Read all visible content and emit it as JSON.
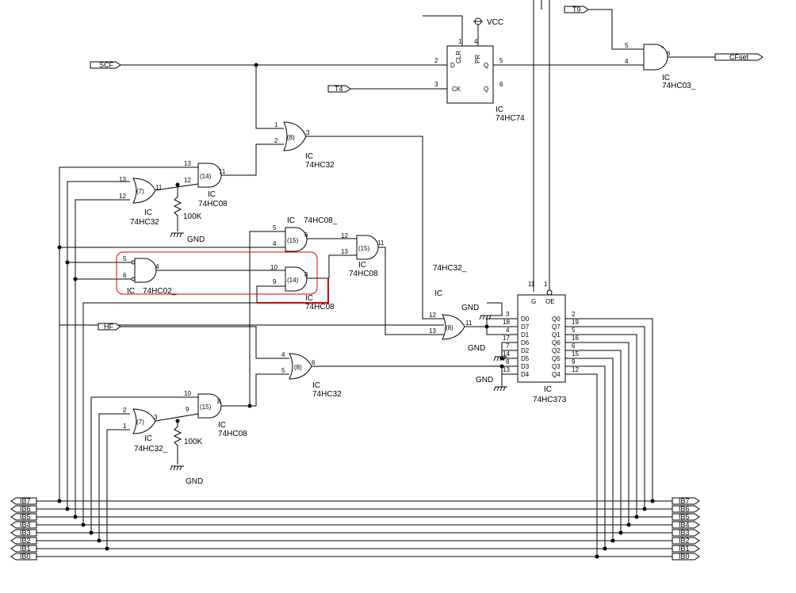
{
  "colors": {
    "wire": "#000000",
    "highlight": "#e00000",
    "background": "#ffffff"
  },
  "ports": {
    "scf": "SCF",
    "t4": "T4",
    "t9": "T9",
    "hf": "HF",
    "cfset": "CFset",
    "bus_left": [
      "IB7",
      "IB6",
      "IB5",
      "IB4",
      "IB3",
      "IB2",
      "IB1",
      "IB0"
    ],
    "bus_right": [
      "IB7",
      "IB6",
      "IB5",
      "IB4",
      "IB3",
      "IB2",
      "IB1",
      "IB0"
    ]
  },
  "power": {
    "vcc": "VCC",
    "gnd": "GND"
  },
  "resistors": {
    "r1": "100K",
    "r2": "100K"
  },
  "chips": {
    "u74": {
      "ic": "IC",
      "part": "74HC74",
      "d": "D",
      "ck": "CK",
      "q": "Q",
      "qn": "Q",
      "clr": "CLR",
      "pr": "PR",
      "pins": {
        "clr": "1",
        "pr": "4",
        "d": "2",
        "ck": "3",
        "q": "5",
        "qn": "6"
      }
    },
    "u03": {
      "ic": "IC",
      "part": "74HC03_",
      "in_a": "5",
      "in_b": "4",
      "out": "6",
      "star": "*"
    },
    "or_top": {
      "ic": "IC",
      "part": "74HC32",
      "unit": "(8)",
      "in_a": "1",
      "in_b": "2",
      "out": "3"
    },
    "and_a": {
      "ic": "IC",
      "part": "74HC08",
      "unit": "(14)",
      "in_a": "13",
      "in_b": "12",
      "out": "11"
    },
    "or_b": {
      "ic": "IC",
      "part": "74HC32",
      "unit": "(7)",
      "in_a": "13",
      "in_b": "12",
      "out": "11"
    },
    "and_c": {
      "ic": "IC",
      "part": "74HC08_",
      "unit": "(15)",
      "in_a": "5",
      "in_b": "4",
      "out": "6"
    },
    "and_d": {
      "ic": "IC",
      "part": "74HC08",
      "unit": "(15)",
      "in_a": "12",
      "in_b": "13",
      "out": "11"
    },
    "nor_e": {
      "ic": "IC",
      "part": "74HC02_",
      "in_a": "5",
      "in_b": "6",
      "out": "4"
    },
    "and_f": {
      "ic": "IC",
      "part": "74HC08",
      "unit": "(14)",
      "in_a": "10",
      "in_b": "9",
      "out": "8"
    },
    "or_g": {
      "ic": "IC",
      "part": "74HC32_",
      "unit": "(8)",
      "in_a": "12",
      "in_b": "13",
      "out": "11"
    },
    "or_h": {
      "ic": "IC",
      "part": "74HC32",
      "unit": "(8)",
      "in_a": "4",
      "in_b": "5",
      "out": "6"
    },
    "and_i": {
      "ic": "IC",
      "part": "74HC08",
      "unit": "(15)",
      "in_a": "10",
      "in_b": "9",
      "out": "8"
    },
    "or_j": {
      "ic": "IC",
      "part": "74HC32_",
      "unit": "(7)",
      "in_a": "2",
      "in_b": "1",
      "out": "3"
    },
    "u373": {
      "ic": "IC",
      "part": "74HC373",
      "g": "G",
      "oe": "OE",
      "g_pin": "11",
      "oe_pin": "1",
      "d_names": [
        "D0",
        "D7",
        "D1",
        "D6",
        "D2",
        "D5",
        "D3",
        "D4"
      ],
      "d_pins": [
        "3",
        "18",
        "4",
        "17",
        "7",
        "14",
        "8",
        "13"
      ],
      "q_names": [
        "Q0",
        "Q7",
        "Q1",
        "Q6",
        "Q2",
        "Q5",
        "Q3",
        "Q4"
      ],
      "q_pins": [
        "2",
        "19",
        "5",
        "16",
        "6",
        "15",
        "9",
        "12"
      ]
    }
  }
}
